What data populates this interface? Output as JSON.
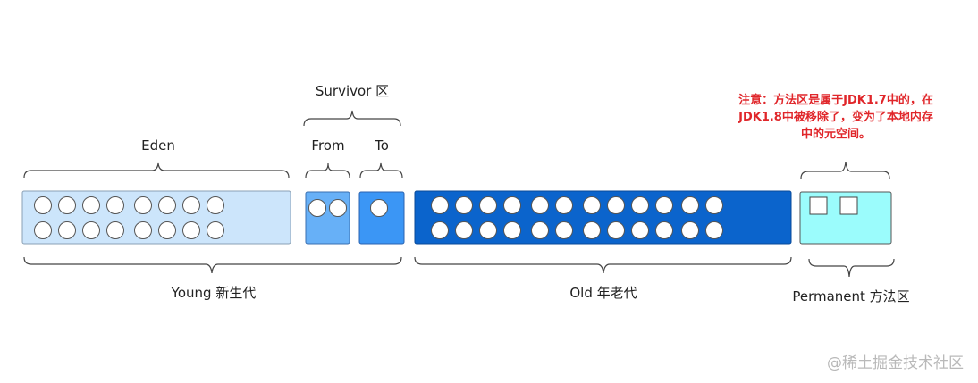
{
  "labels": {
    "eden": "Eden",
    "survivor": "Survivor 区",
    "from": "From",
    "to": "To",
    "young": "Young 新生代",
    "old": "Old 年老代",
    "permanent": "Permanent 方法区"
  },
  "note_lines": [
    "注意：方法区是属于JDK1.7中的，在",
    "JDK1.8中被移除了，变为了本地内存",
    "中的元空间。"
  ],
  "watermark": "@稀土掘金技术社区",
  "colors": {
    "eden_fill": "#cce5fb",
    "from_fill": "#67b0f7",
    "to_fill": "#3b96f5",
    "old_fill": "#0b64cc",
    "perm_fill": "#9bfcfc",
    "bracket": "#444444",
    "note": "#e0262a"
  },
  "objects": {
    "eden_circles": 16,
    "from_circles": 2,
    "to_circles": 1,
    "old_circles": 24,
    "perm_squares": 2
  }
}
